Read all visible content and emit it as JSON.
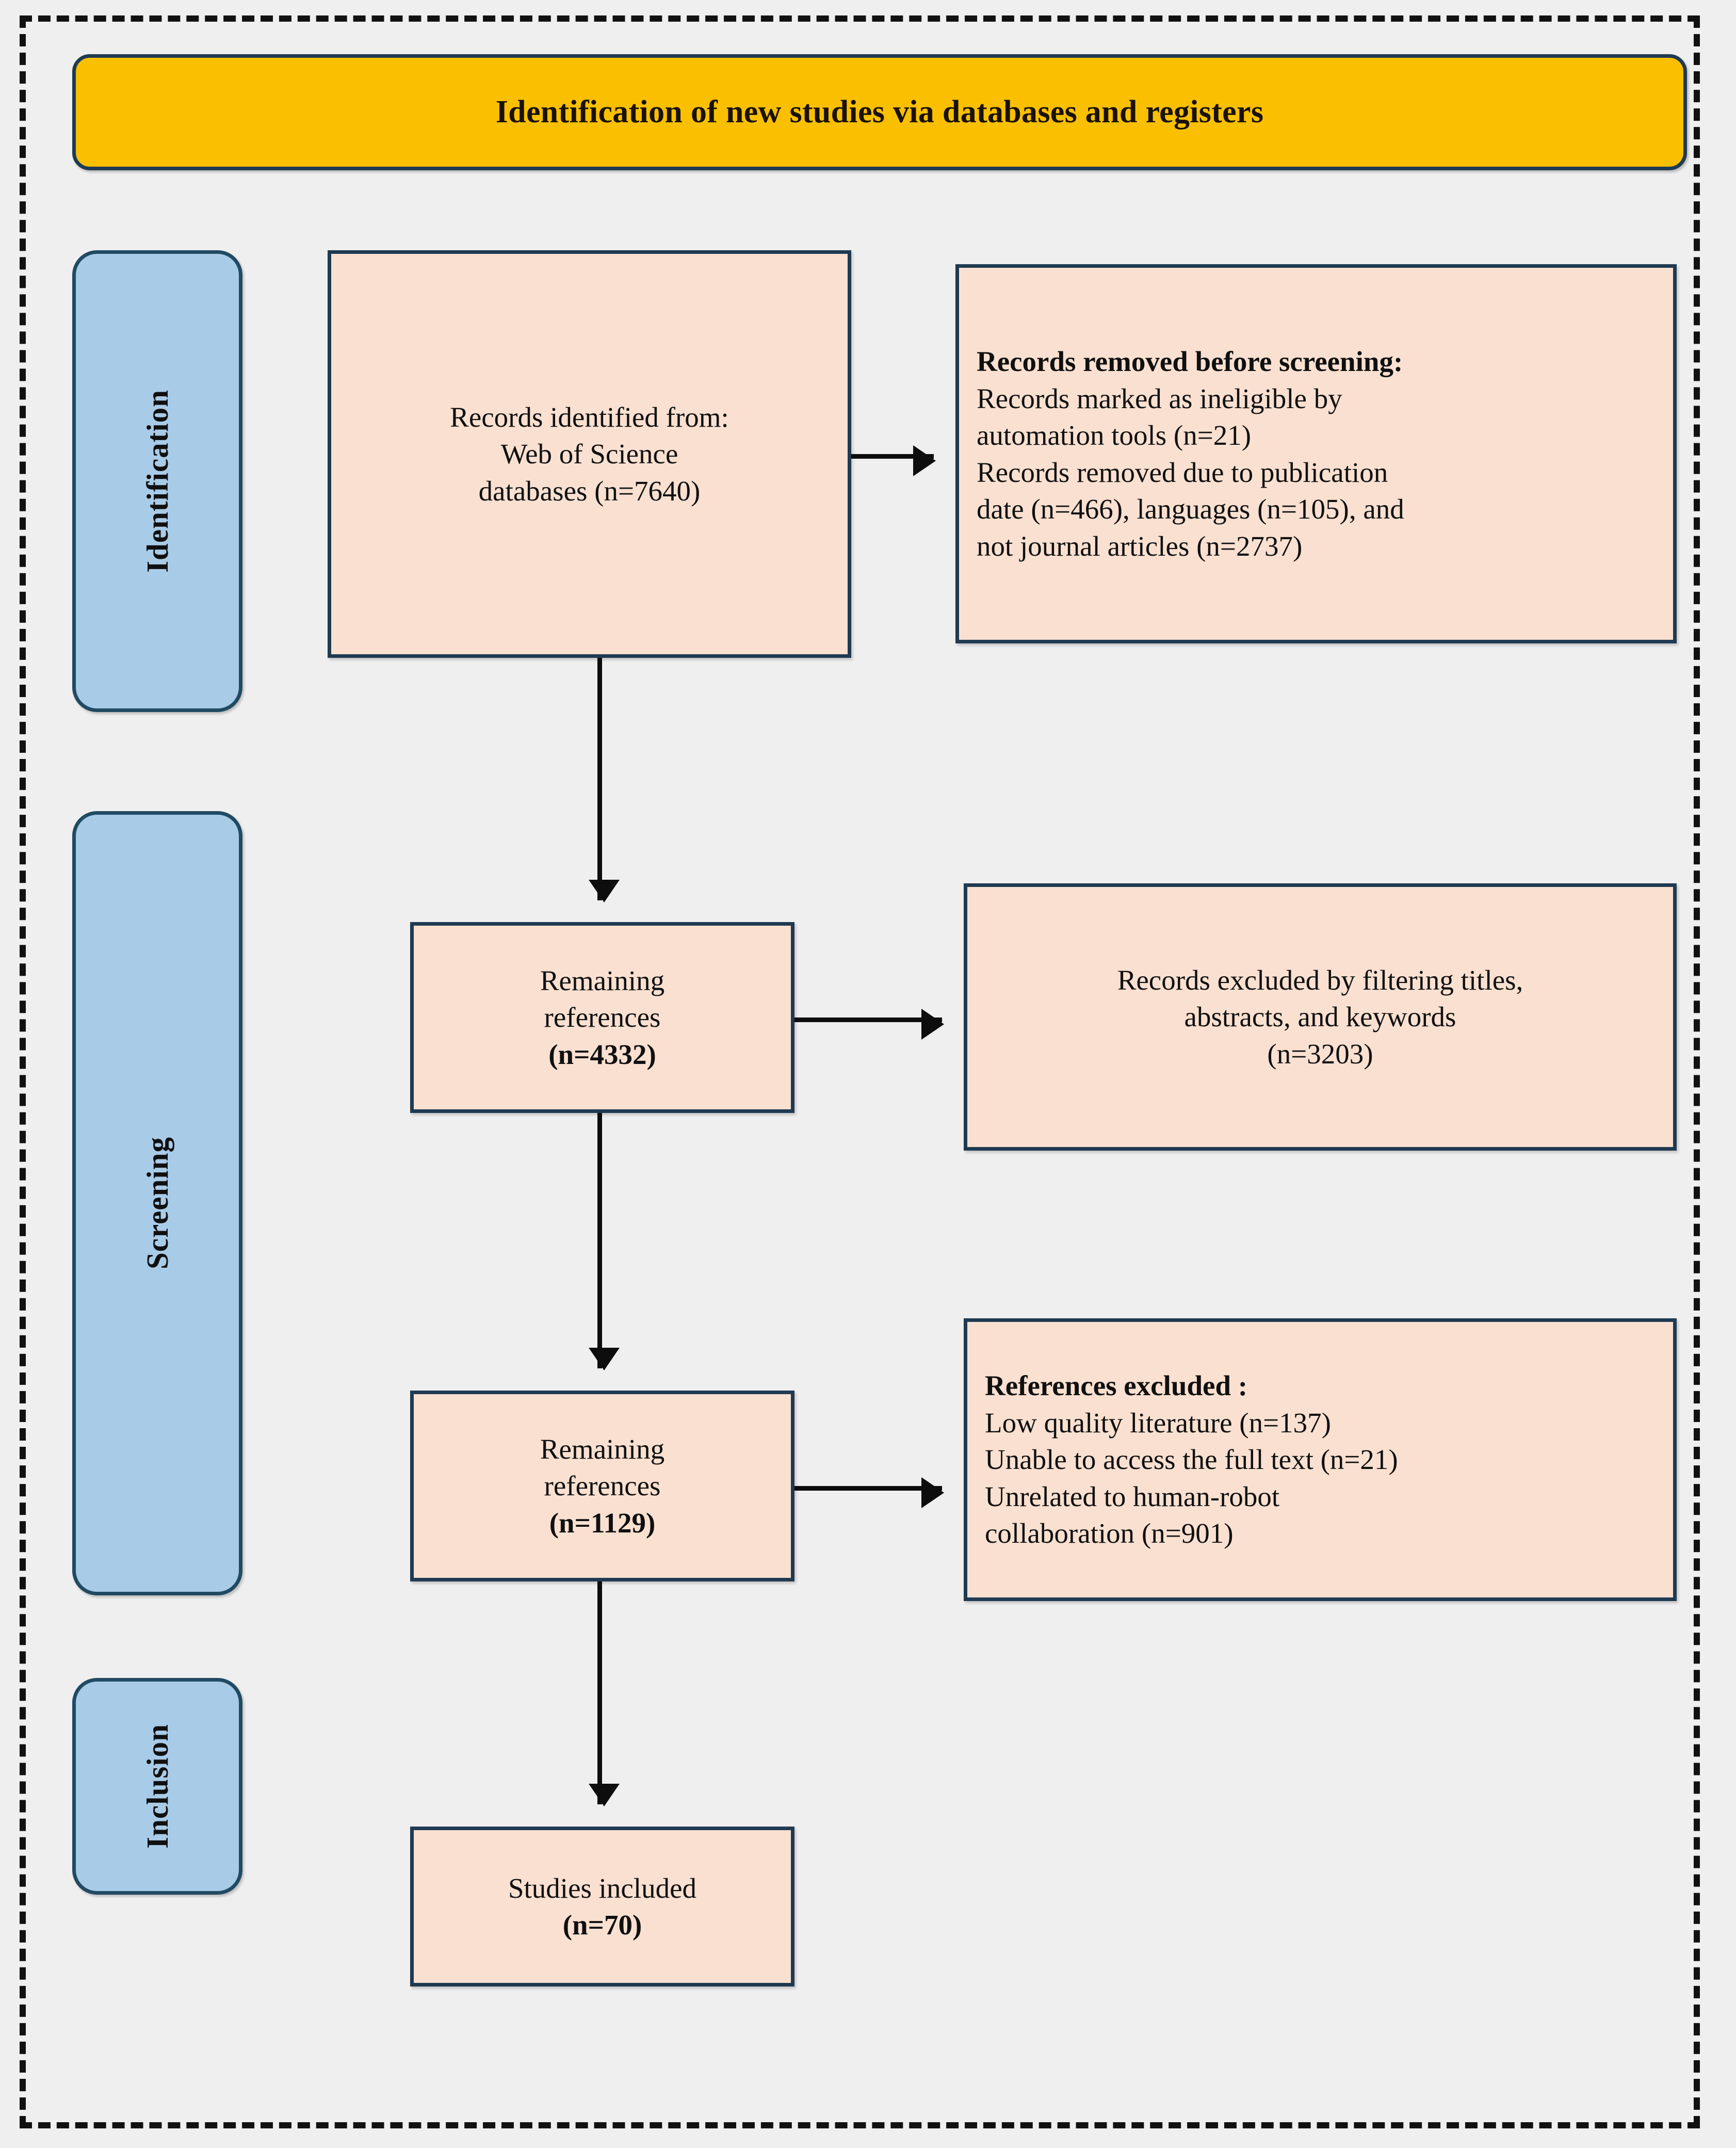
{
  "header": {
    "title": "Identification of new studies via databases and registers"
  },
  "stages": [
    {
      "label": "Identification"
    },
    {
      "label": "Screening"
    },
    {
      "label": "Inclusion"
    }
  ],
  "boxes": {
    "identified": {
      "line1": "Records identified from:",
      "line2": "Web of Science",
      "line3": "databases (",
      "line3_bold": "n=7640",
      "line3_end": ")"
    },
    "removed_before_screening": {
      "heading": "Records removed before screening:",
      "line1": "Records marked as ineligible by",
      "line2": "automation tools (n=21)",
      "line3": "Records removed due to publication",
      "line4": "date (n=466), languages (n=105), and",
      "line5": "not journal articles (n=2737)"
    },
    "remaining_1": {
      "line1": "Remaining",
      "line2": "references",
      "line3_bold": "(n=4332)"
    },
    "excluded_1": {
      "line1": "Records excluded by filtering titles,",
      "line2": "abstracts, and keywords",
      "line3": "(n=3203)"
    },
    "remaining_2": {
      "line1": "Remaining",
      "line2": "references",
      "line3_bold": "(n=1129)"
    },
    "excluded_2": {
      "heading": "References excluded :",
      "line1": "Low quality literature (n=137)",
      "line2": "Unable to access the full text (n=21)",
      "line3": "Unrelated to human-robot",
      "line4": "collaboration (n=901)"
    },
    "included": {
      "line1": "Studies included",
      "line2_bold": "(n=70)"
    }
  },
  "colors": {
    "banner": "#FAC000",
    "stage_tab": "#A8CBE8",
    "box_fill": "#F9E0D0",
    "box_border": "#1F3A52",
    "background": "#efefef",
    "arrow": "#0d0d0d"
  },
  "chart_data": {
    "type": "diagram",
    "title": "PRISMA flow diagram",
    "stages": [
      "Identification",
      "Screening",
      "Inclusion"
    ],
    "nodes": [
      {
        "id": "identified",
        "stage": "Identification",
        "label": "Records identified from: Web of Science databases",
        "n": 7640
      },
      {
        "id": "removed_before_screening",
        "stage": "Identification",
        "label": "Records removed before screening",
        "items": [
          {
            "label": "Records marked as ineligible by automation tools",
            "n": 21
          },
          {
            "label": "Records removed due to publication date",
            "n": 466
          },
          {
            "label": "languages",
            "n": 105
          },
          {
            "label": "not journal articles",
            "n": 2737
          }
        ]
      },
      {
        "id": "remaining_1",
        "stage": "Screening",
        "label": "Remaining references",
        "n": 4332
      },
      {
        "id": "excluded_1",
        "stage": "Screening",
        "label": "Records excluded by filtering titles, abstracts, and keywords",
        "n": 3203
      },
      {
        "id": "remaining_2",
        "stage": "Screening",
        "label": "Remaining references",
        "n": 1129
      },
      {
        "id": "excluded_2",
        "stage": "Screening",
        "label": "References excluded",
        "items": [
          {
            "label": "Low quality literature",
            "n": 137
          },
          {
            "label": "Unable to access the full text",
            "n": 21
          },
          {
            "label": "Unrelated to human-robot collaboration",
            "n": 901
          }
        ]
      },
      {
        "id": "included",
        "stage": "Inclusion",
        "label": "Studies included",
        "n": 70
      }
    ],
    "edges": [
      {
        "from": "identified",
        "to": "removed_before_screening",
        "direction": "right"
      },
      {
        "from": "identified",
        "to": "remaining_1",
        "direction": "down"
      },
      {
        "from": "remaining_1",
        "to": "excluded_1",
        "direction": "right"
      },
      {
        "from": "remaining_1",
        "to": "remaining_2",
        "direction": "down"
      },
      {
        "from": "remaining_2",
        "to": "excluded_2",
        "direction": "right"
      },
      {
        "from": "remaining_2",
        "to": "included",
        "direction": "down"
      }
    ]
  }
}
